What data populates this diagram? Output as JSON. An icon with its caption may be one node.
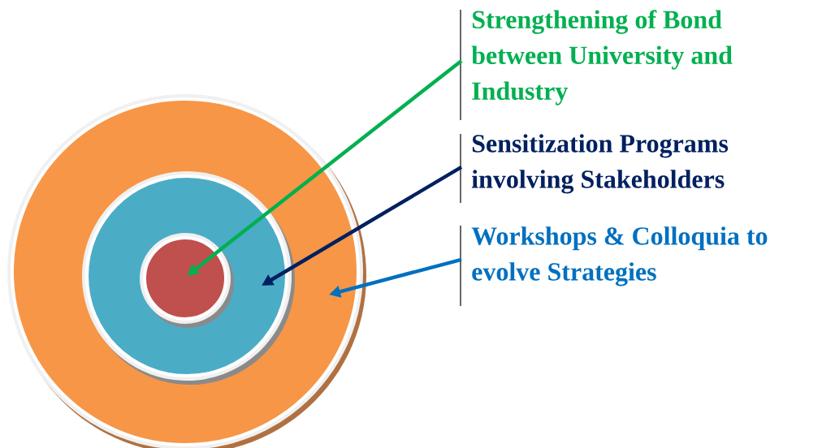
{
  "diagram": {
    "nodes": [
      {
        "text": [],
        "shape": "circle"
      },
      {
        "text": [],
        "shape": "circle",
        "in": 0
      },
      {
        "text": [],
        "shape": "circle",
        "in": 1
      },
      {
        "text": [
          "Strengthening of Bond between University and Industry"
        ]
      },
      {
        "text": [
          "Sensitization Programs involving Stakeholders"
        ]
      },
      {
        "text": [
          "Workshops & Colloquia to evolve Strategies"
        ]
      }
    ],
    "edges": [
      {
        "from": 3,
        "to": 2,
        "arrow": "to",
        "color": "#00b050"
      },
      {
        "from": 4,
        "to": 1,
        "arrow": "to",
        "color": "#002060"
      },
      {
        "from": 5,
        "to": 0,
        "arrow": "to",
        "color": "#0070c0"
      }
    ]
  }
}
